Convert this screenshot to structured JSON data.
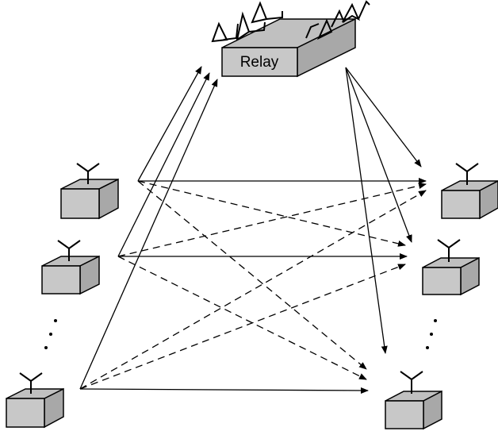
{
  "relay": {
    "label": "Relay"
  },
  "colors": {
    "box_top": "#c0c0c0",
    "box_front": "#c8c8c8",
    "box_side": "#a8a8a8",
    "stroke": "#000000"
  },
  "icons": [
    "antenna-icon",
    "ellipsis-dots"
  ],
  "nodes": {
    "sources": [
      "source-node-1",
      "source-node-2",
      "source-node-n"
    ],
    "destinations": [
      "destination-node-1",
      "destination-node-2",
      "destination-node-n"
    ]
  },
  "links": {
    "direct": "dashed",
    "relay": "solid",
    "same_index": "solid"
  }
}
